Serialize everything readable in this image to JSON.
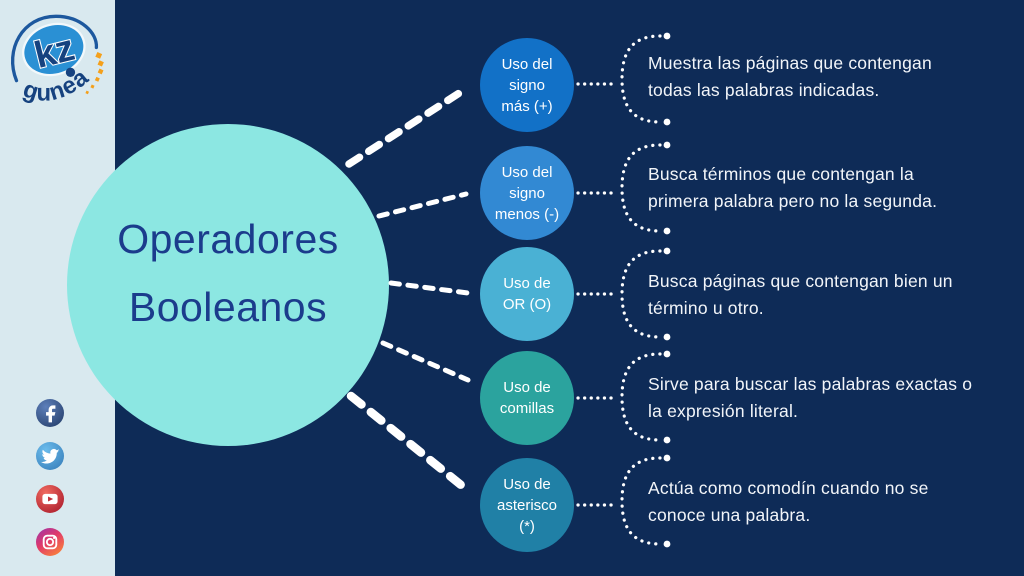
{
  "logo": {
    "brand": "kz",
    "brand_sub": "gunea"
  },
  "title": {
    "text": "Operadores\nBooleanos"
  },
  "nodes": [
    {
      "label": "Uso del\nsigno\nmás (+)",
      "color": "#1271c7",
      "description": "Muestra las páginas que contengan\ntodas las palabras indicadas."
    },
    {
      "label": "Uso del\nsigno\nmenos (-)",
      "color": "#3289d3",
      "description": "Busca términos que contengan la\nprimera palabra pero no la segunda."
    },
    {
      "label": "Uso de\nOR (O)",
      "color": "#4ab1d4",
      "description": "Busca páginas que contengan bien un\ntérmino u otro."
    },
    {
      "label": "Uso de\ncomillas",
      "color": "#2ba39e",
      "description": "Sirve para buscar las palabras exactas o\nla expresión literal."
    },
    {
      "label": "Uso de\nasterisco\n(*)",
      "color": "#2080a6",
      "description": "Actúa como comodín cuando no se\nconoce una palabra."
    }
  ],
  "social": {
    "icons": [
      "facebook",
      "twitter",
      "youtube",
      "instagram"
    ]
  },
  "colors": {
    "background": "#0e2b57",
    "sidebar": "#d9e9ef",
    "main_circle": "#8ce7e2",
    "title_text": "#1b3c8c",
    "node_text": "#ffffff",
    "description_text": "#f2f5f9",
    "connector": "#ffffff",
    "logo_blue": "#2a90d4",
    "logo_navy": "#16427f",
    "logo_orange": "#f4a01b"
  }
}
